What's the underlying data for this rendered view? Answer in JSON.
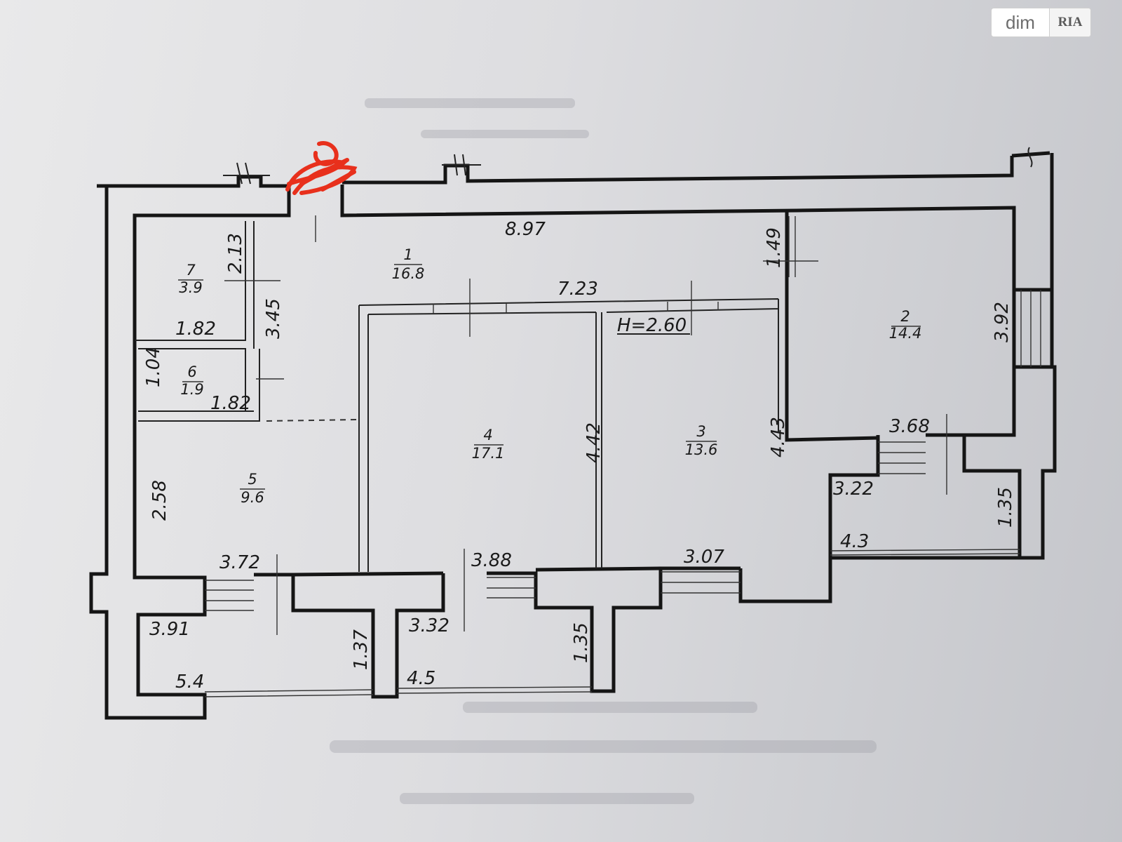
{
  "watermark": {
    "left": "dim",
    "right": "RIA"
  },
  "plan": {
    "ceiling_height": "H=2.60",
    "rooms": [
      {
        "number": "1",
        "area": "16.8"
      },
      {
        "number": "2",
        "area": "14.4"
      },
      {
        "number": "3",
        "area": "13.6"
      },
      {
        "number": "4",
        "area": "17.1"
      },
      {
        "number": "5",
        "area": "9.6"
      },
      {
        "number": "6",
        "area": "1.9"
      },
      {
        "number": "7",
        "area": "3.9"
      }
    ],
    "dimensions": [
      "8.97",
      "1.49",
      "7.23",
      "2.13",
      "1.82",
      "3.45",
      "1.04",
      "1.82",
      "3.92",
      "3.68",
      "3.22",
      "1.35",
      "4.3",
      "4.43",
      "4.42",
      "2.58",
      "3.72",
      "3.88",
      "3.07",
      "3.91",
      "1.37",
      "3.32",
      "1.35",
      "5.4",
      "4.5"
    ]
  },
  "colors": {
    "wall": "#151515",
    "paper": "#dddde0",
    "scribble": "#e8301c"
  }
}
